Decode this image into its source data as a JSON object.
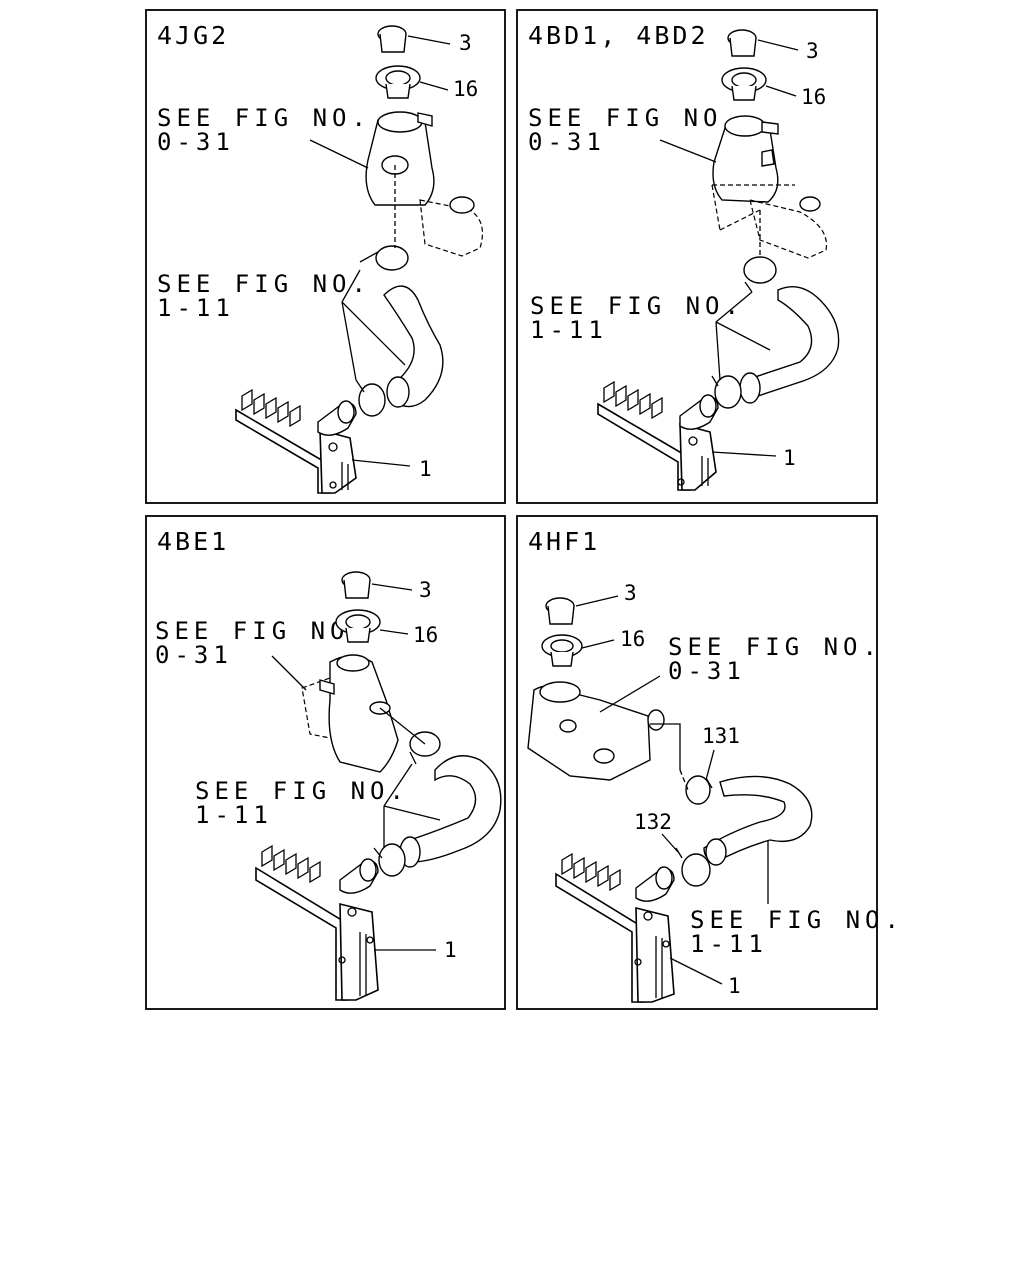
{
  "panels": [
    {
      "id": "4jg2",
      "engine": "4JG2",
      "references": [
        "SEE FIG NO. 0-31",
        "SEE FIG NO. 1-11"
      ],
      "callouts": [
        "3",
        "16",
        "1"
      ]
    },
    {
      "id": "4bd1",
      "engine": "4BD1, 4BD2",
      "references": [
        "SEE FIG NO. 0-31",
        "SEE FIG NO. 1-11"
      ],
      "callouts": [
        "3",
        "16",
        "1"
      ]
    },
    {
      "id": "4be1",
      "engine": "4BE1",
      "references": [
        "SEE FIG NO. 0-31",
        "SEE FIG NO. 1-11"
      ],
      "callouts": [
        "3",
        "16",
        "1"
      ]
    },
    {
      "id": "4hf1",
      "engine": "4HF1",
      "references": [
        "SEE FIG NO. 0-31",
        "SEE FIG NO. 1-11"
      ],
      "callouts": [
        "3",
        "16",
        "131",
        "132",
        "1"
      ]
    }
  ]
}
